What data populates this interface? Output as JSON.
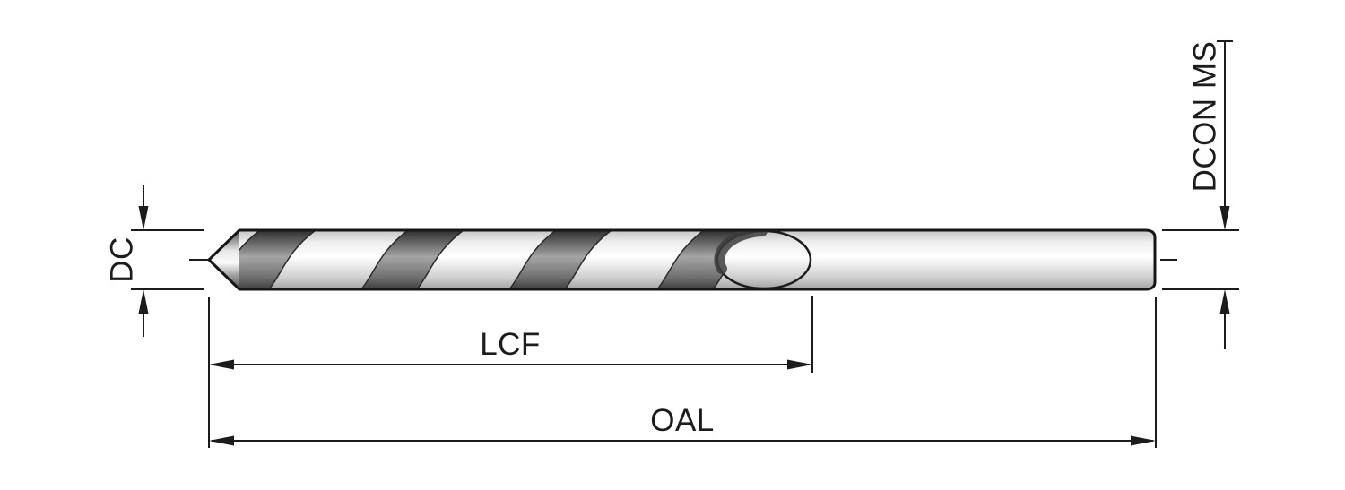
{
  "diagram": {
    "figure": "Twist drill bit side view technical dimension drawing",
    "labels": {
      "dc": "DC",
      "dcon": "DCON MS",
      "lcf": "LCF",
      "oal": "OAL"
    },
    "colors": {
      "line": "#1c1c1c",
      "background": "#ffffff",
      "metal_highlight": "#ffffff",
      "metal_shadow": "#a3a3a3",
      "flute_dark": "#2e2e2e"
    }
  }
}
